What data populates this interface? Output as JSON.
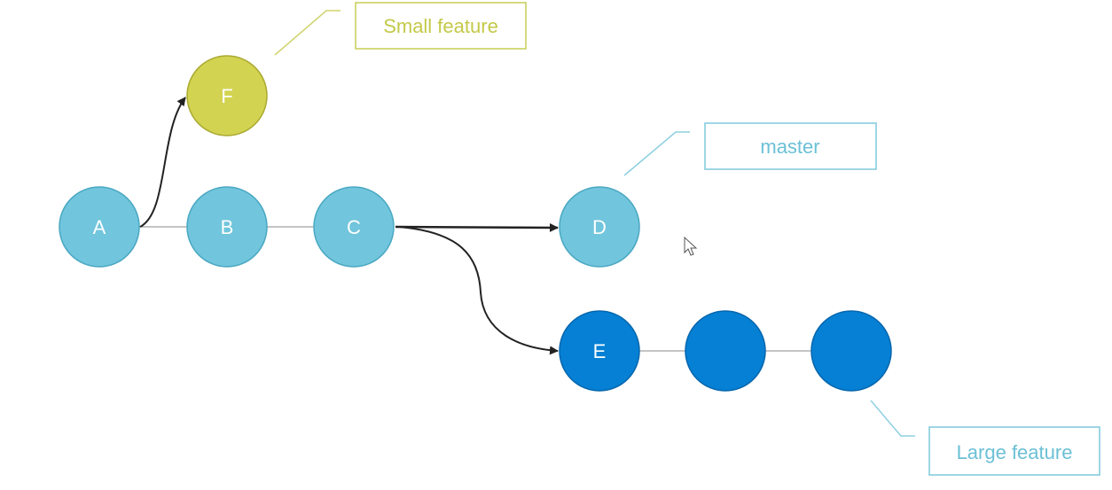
{
  "colors": {
    "commit_fill": "#71c5dc",
    "commit_stroke": "#4aa8c2",
    "small_feature": "#d3d352",
    "small_feature_stroke": "#aaa930",
    "large_feature_fill": "#0580d4",
    "large_feature_stroke": "#0566ad",
    "arrow": "#222222",
    "connector": "#888888",
    "tag_small": "#c3c948",
    "tag_master": "#6bc0d6"
  },
  "nodes": [
    {
      "id": "A",
      "label": "A",
      "branch": "master"
    },
    {
      "id": "B",
      "label": "B",
      "branch": "master"
    },
    {
      "id": "C",
      "label": "C",
      "branch": "master"
    },
    {
      "id": "D",
      "label": "D",
      "branch": "master"
    },
    {
      "id": "F",
      "label": "F",
      "branch": "small"
    },
    {
      "id": "E",
      "label": "E",
      "branch": "large"
    },
    {
      "id": "L2",
      "label": "",
      "branch": "large"
    },
    {
      "id": "L3",
      "label": "",
      "branch": "large"
    }
  ],
  "edges": [
    {
      "from": "A",
      "to": "B",
      "kind": "line"
    },
    {
      "from": "B",
      "to": "C",
      "kind": "line"
    },
    {
      "from": "C",
      "to": "D",
      "kind": "arrow"
    },
    {
      "from": "A",
      "to": "F",
      "kind": "arrow"
    },
    {
      "from": "C",
      "to": "E",
      "kind": "arrow"
    },
    {
      "from": "E",
      "to": "L2",
      "kind": "line"
    },
    {
      "from": "L2",
      "to": "L3",
      "kind": "line"
    }
  ],
  "tags": {
    "small_feature": "Small feature",
    "master": "master",
    "large_feature": "Large feature"
  },
  "icons": {
    "cursor": "mouse-pointer-icon"
  }
}
